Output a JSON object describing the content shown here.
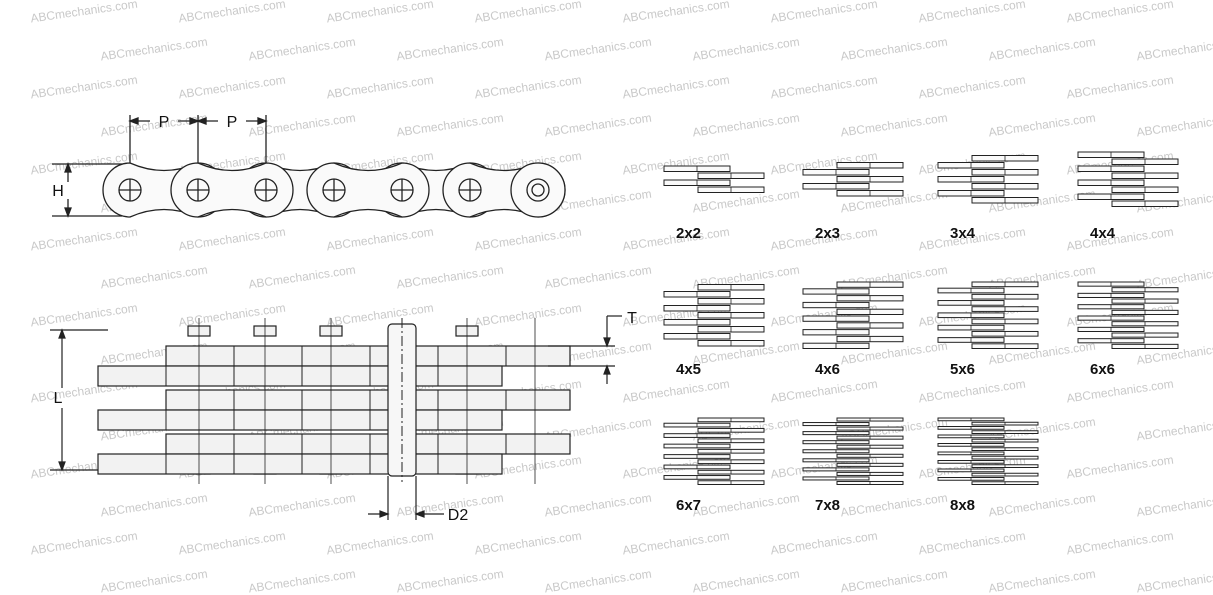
{
  "watermark_text": "ABCmechanics.com",
  "side_view": {
    "pitch_label": "P",
    "height_label": "H"
  },
  "top_view": {
    "length_label": "L",
    "thickness_label": "T",
    "pin_diameter_label": "D2"
  },
  "lacing_patterns": [
    "2x2",
    "2x3",
    "3x4",
    "4x4",
    "4x5",
    "4x6",
    "5x6",
    "6x6",
    "6x7",
    "7x8",
    "8x8"
  ],
  "colors": {
    "line": "#222222",
    "plate_fill": "#f2f2f2",
    "watermark": "#c9c9c9"
  }
}
